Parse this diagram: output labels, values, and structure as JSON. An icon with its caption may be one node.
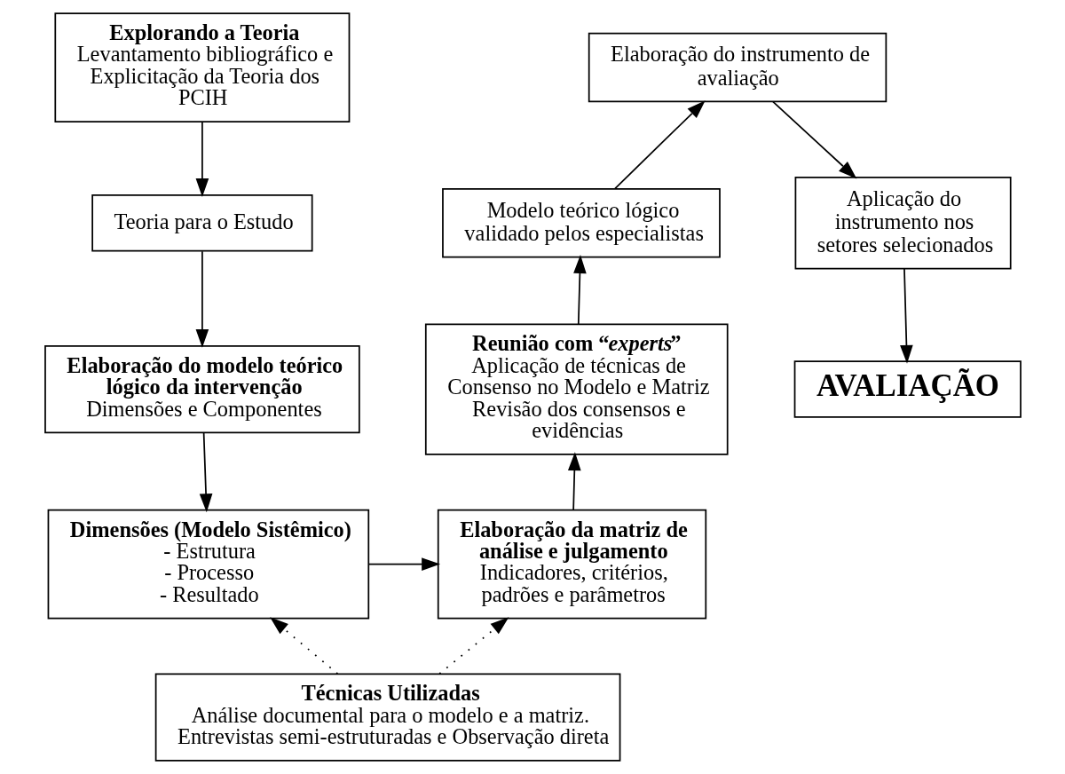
{
  "diagram": {
    "nodes": [
      {
        "text": [
          "Explorando a Teoria",
          "Levantamento bibliográfico e Explicitação da Teoria dos PCIH"
        ]
      },
      {
        "text": [
          "Teoria para o Estudo"
        ]
      },
      {
        "text": [
          "Elaboração do modelo teórico lógico da intervenção",
          "Dimensões e Componentes"
        ]
      },
      {
        "text": [
          "Dimensões (Modelo Sistêmico)",
          "- Estrutura",
          "- Processo",
          "- Resultado"
        ]
      },
      {
        "text": [
          "Elaboração da matriz de análise e julgamento",
          "Indicadores, critérios, padrões e parâmetros"
        ]
      },
      {
        "text": [
          "Reunião com “*experts*”",
          "Aplicação de técnicas de Consenso no Modelo e Matriz",
          "Revisão dos consensos e evidências"
        ]
      },
      {
        "text": [
          "Modelo teórico lógico validado pelos especialistas"
        ]
      },
      {
        "text": [
          "Elaboração do instrumento de avaliação"
        ]
      },
      {
        "text": [
          "Aplicação do instrumento nos setores selecionados"
        ]
      },
      {
        "text": [
          "AVALIAÇÃO"
        ]
      },
      {
        "text": [
          "Técnicas Utilizadas",
          "Análise documental para o modelo e a matriz.",
          "Entrevistas semi-estruturadas e Observação direta"
        ]
      }
    ],
    "edges": [
      {
        "from": 0,
        "to": 1,
        "arrow": "to"
      },
      {
        "from": 1,
        "to": 2,
        "arrow": "to"
      },
      {
        "from": 2,
        "to": 3,
        "arrow": "to"
      },
      {
        "from": 3,
        "to": 4,
        "arrow": "to"
      },
      {
        "from": 4,
        "to": 5,
        "arrow": "to"
      },
      {
        "from": 5,
        "to": 6,
        "arrow": "to"
      },
      {
        "from": 6,
        "to": 7,
        "arrow": "to"
      },
      {
        "from": 7,
        "to": 8,
        "arrow": "to"
      },
      {
        "from": 8,
        "to": 9,
        "arrow": "to"
      },
      {
        "from": 10,
        "to": 3,
        "arrow": "to",
        "style": "dashed"
      },
      {
        "from": 10,
        "to": 4,
        "arrow": "to",
        "style": "dashed"
      }
    ]
  }
}
